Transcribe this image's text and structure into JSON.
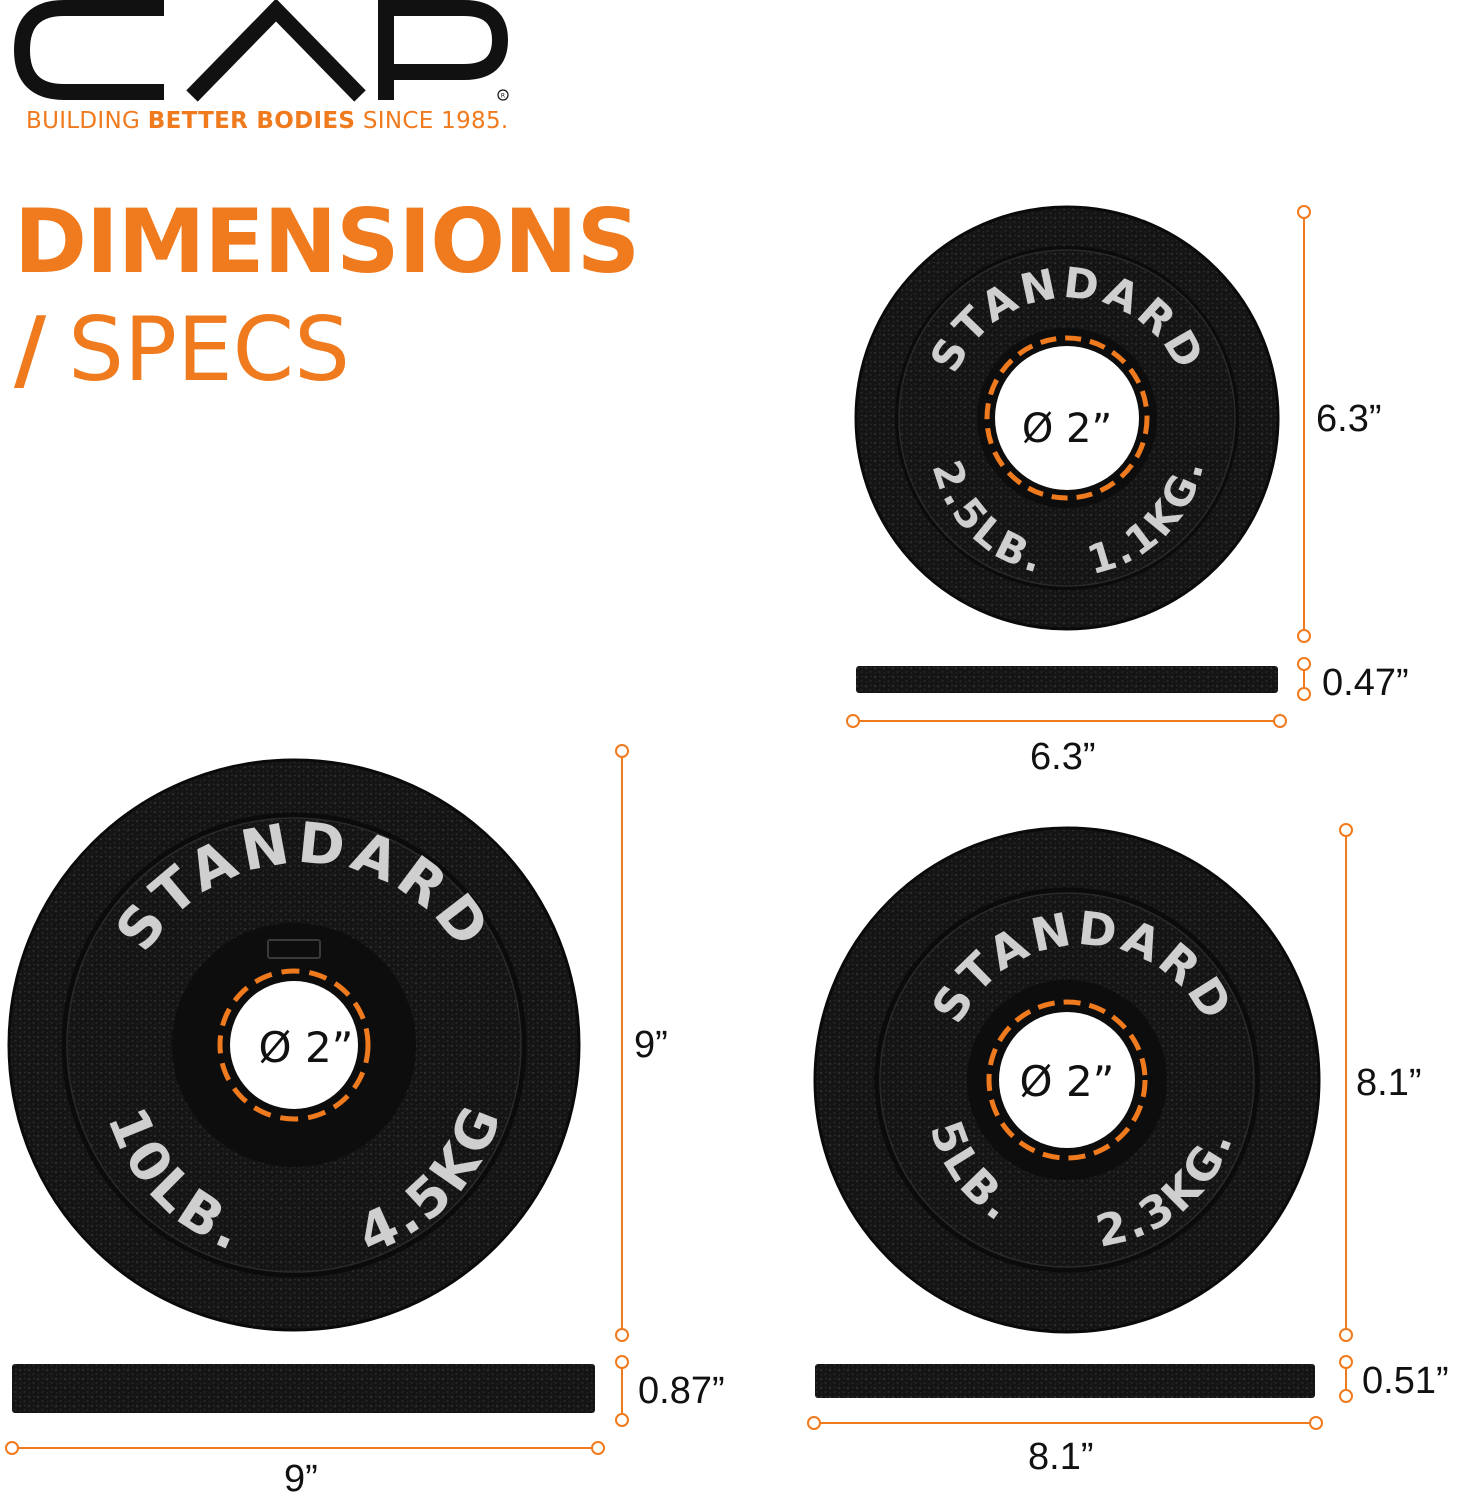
{
  "brand": {
    "logo_text": "CAP",
    "registered_mark": "R",
    "tagline_part1": "BUILDING ",
    "tagline_part2": "BETTER BODIES",
    "tagline_part3": " SINCE 1985."
  },
  "heading": {
    "line1": "DIMENSIONS",
    "slash": "/",
    "line2": "SPECS"
  },
  "colors": {
    "accent": "#F07A1E",
    "plate": "#151515",
    "plate_text": "#cfcfcf",
    "text": "#111111"
  },
  "plates": {
    "small": {
      "ring_text": "STANDARD",
      "weight_lb": "2.5LB.",
      "weight_kg": "1.1KG.",
      "bore": "Ø 2”",
      "height": "6.3”",
      "thickness": "0.47”",
      "width": "6.3”"
    },
    "large": {
      "ring_text": "STANDARD",
      "weight_lb": "10LB.",
      "weight_kg": "4.5KG",
      "bore": "Ø 2”",
      "height": "9”",
      "thickness": "0.87”",
      "width": "9”"
    },
    "medium": {
      "ring_text": "STANDARD",
      "weight_lb": "5LB.",
      "weight_kg": "2.3KG.",
      "bore": "Ø 2”",
      "height": "8.1”",
      "thickness": "0.51”",
      "width": "8.1”"
    }
  }
}
